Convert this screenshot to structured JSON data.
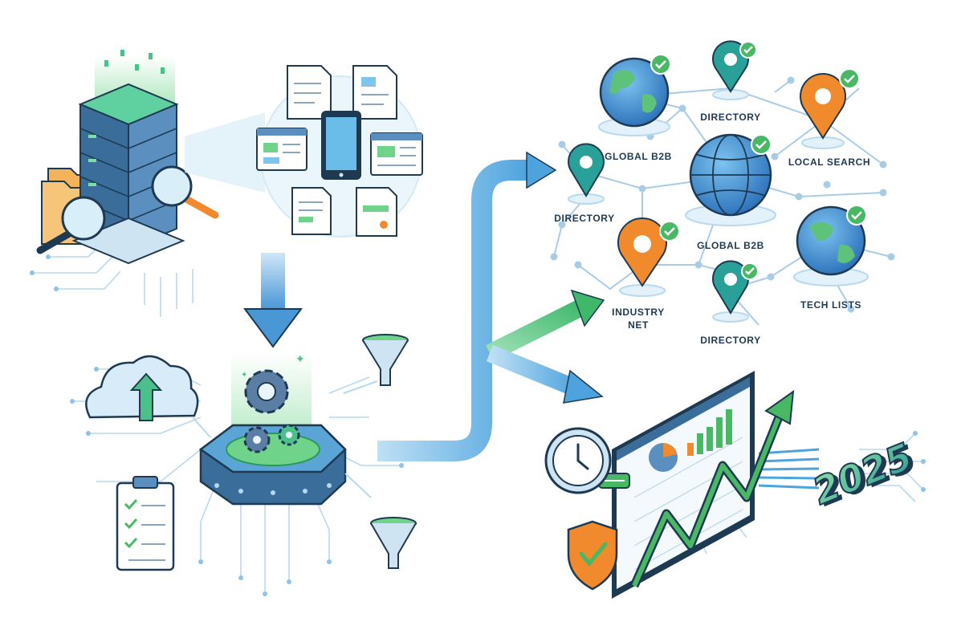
{
  "nodes": [
    {
      "label": "DIRECTORY"
    },
    {
      "label": "GLOBAL B2B"
    },
    {
      "label": "LOCAL SEARCH"
    },
    {
      "label": "DIRECTORY"
    },
    {
      "label": "GLOBAL B2B"
    },
    {
      "label": "INDUSTRY",
      "label2": "NET"
    },
    {
      "label": "TECH LISTS"
    },
    {
      "label": "DIRECTORY"
    }
  ],
  "year_badge": "2025",
  "colors": {
    "blue": "#3d8fd6",
    "teal": "#2aa198",
    "green": "#48b865",
    "orange": "#f08a2c",
    "navy": "#1e3a52",
    "lightblue": "#bfe0f5"
  },
  "icons": [
    "server-icon",
    "magnifier-icon",
    "folder-icon",
    "document-icon",
    "tablet-icon",
    "browser-window-icon",
    "cloud-upload-icon",
    "clipboard-checklist-icon",
    "gears-icon",
    "funnel-icon",
    "globe-icon",
    "map-pin-icon",
    "check-icon",
    "clock-icon",
    "shield-check-icon",
    "dashboard-icon",
    "trend-arrow-icon"
  ]
}
